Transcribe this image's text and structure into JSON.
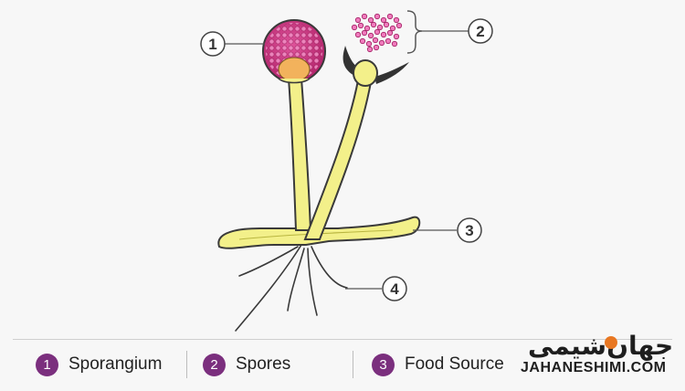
{
  "callouts": [
    {
      "number": "1"
    },
    {
      "number": "2"
    },
    {
      "number": "3"
    },
    {
      "number": "4"
    }
  ],
  "legend": [
    {
      "number": "1",
      "label": "Sporangium"
    },
    {
      "number": "2",
      "label": "Spores"
    },
    {
      "number": "3",
      "label": "Food Source"
    }
  ],
  "watermark": {
    "farsi": "جهان‌شیمی",
    "latin": "JAHANESHIMI.COM"
  },
  "colors": {
    "hyphae": "#f3f08a",
    "hyphae_outline": "#3a3a3a",
    "sporangium": "#d03a86",
    "columella": "#f2b25c",
    "spores": "#d6459a",
    "legend_badge": "#7b2f7e",
    "watermark_accent": "#e87722"
  }
}
